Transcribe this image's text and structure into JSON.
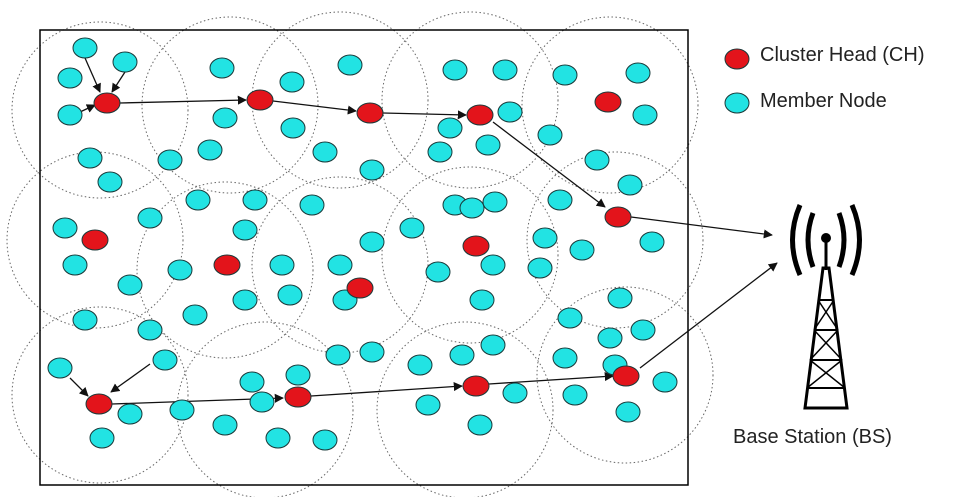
{
  "legend": {
    "cluster_head": {
      "label": "Cluster Head (CH)",
      "color": "#e3141b"
    },
    "member_node": {
      "label": "Member Node",
      "color": "#22e3e3"
    }
  },
  "base_station": {
    "label": "Base Station (BS)",
    "icon": "radio-tower-icon"
  },
  "colors": {
    "outline": "#1a3a3a",
    "circle": "#666666",
    "border": "#000000",
    "arrow": "#111111"
  }
}
